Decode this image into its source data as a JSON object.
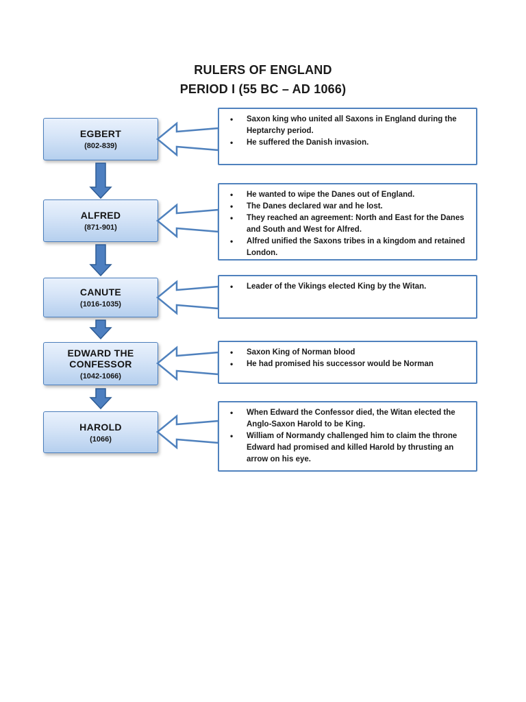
{
  "title": {
    "line1": "RULERS OF ENGLAND",
    "line2": "PERIOD I (55 BC – AD 1066)"
  },
  "colors": {
    "border_blue": "#4f81bd",
    "box_fill_top": "#e9f1fc",
    "box_fill_bottom": "#b5cfee",
    "arrow_fill": "#4d7fc0",
    "arrow_outline": "#2d5b94",
    "text": "#1a1a1a"
  },
  "icons": {
    "down_arrow": "down-block-arrow",
    "left_callout": "left-block-arrow"
  },
  "rulers": [
    {
      "name": "EGBERT",
      "dates": "(802-839)",
      "notes": [
        "Saxon king who united all Saxons in England during the Heptarchy period.",
        "He suffered the Danish invasion."
      ]
    },
    {
      "name": "ALFRED",
      "dates": "(871-901)",
      "notes": [
        "He wanted to wipe the Danes out of England.",
        "The Danes declared war and he lost.",
        "They reached an agreement: North and East for the Danes and South and West for Alfred.",
        "Alfred unified the Saxons tribes in a kingdom and retained London."
      ]
    },
    {
      "name": "CANUTE",
      "dates": "(1016-1035)",
      "notes": [
        "Leader of the Vikings elected King by the Witan."
      ]
    },
    {
      "name": "EDWARD THE CONFESSOR",
      "dates": "(1042-1066)",
      "notes": [
        "Saxon King of Norman blood",
        "He had promised his successor would be Norman"
      ]
    },
    {
      "name": "HAROLD",
      "dates": "(1066)",
      "notes": [
        "When Edward the Confessor died, the Witan elected the Anglo-Saxon Harold to be King.",
        "William of Normandy challenged him to claim the throne Edward had promised and killed Harold by thrusting an arrow on his eye."
      ]
    }
  ]
}
